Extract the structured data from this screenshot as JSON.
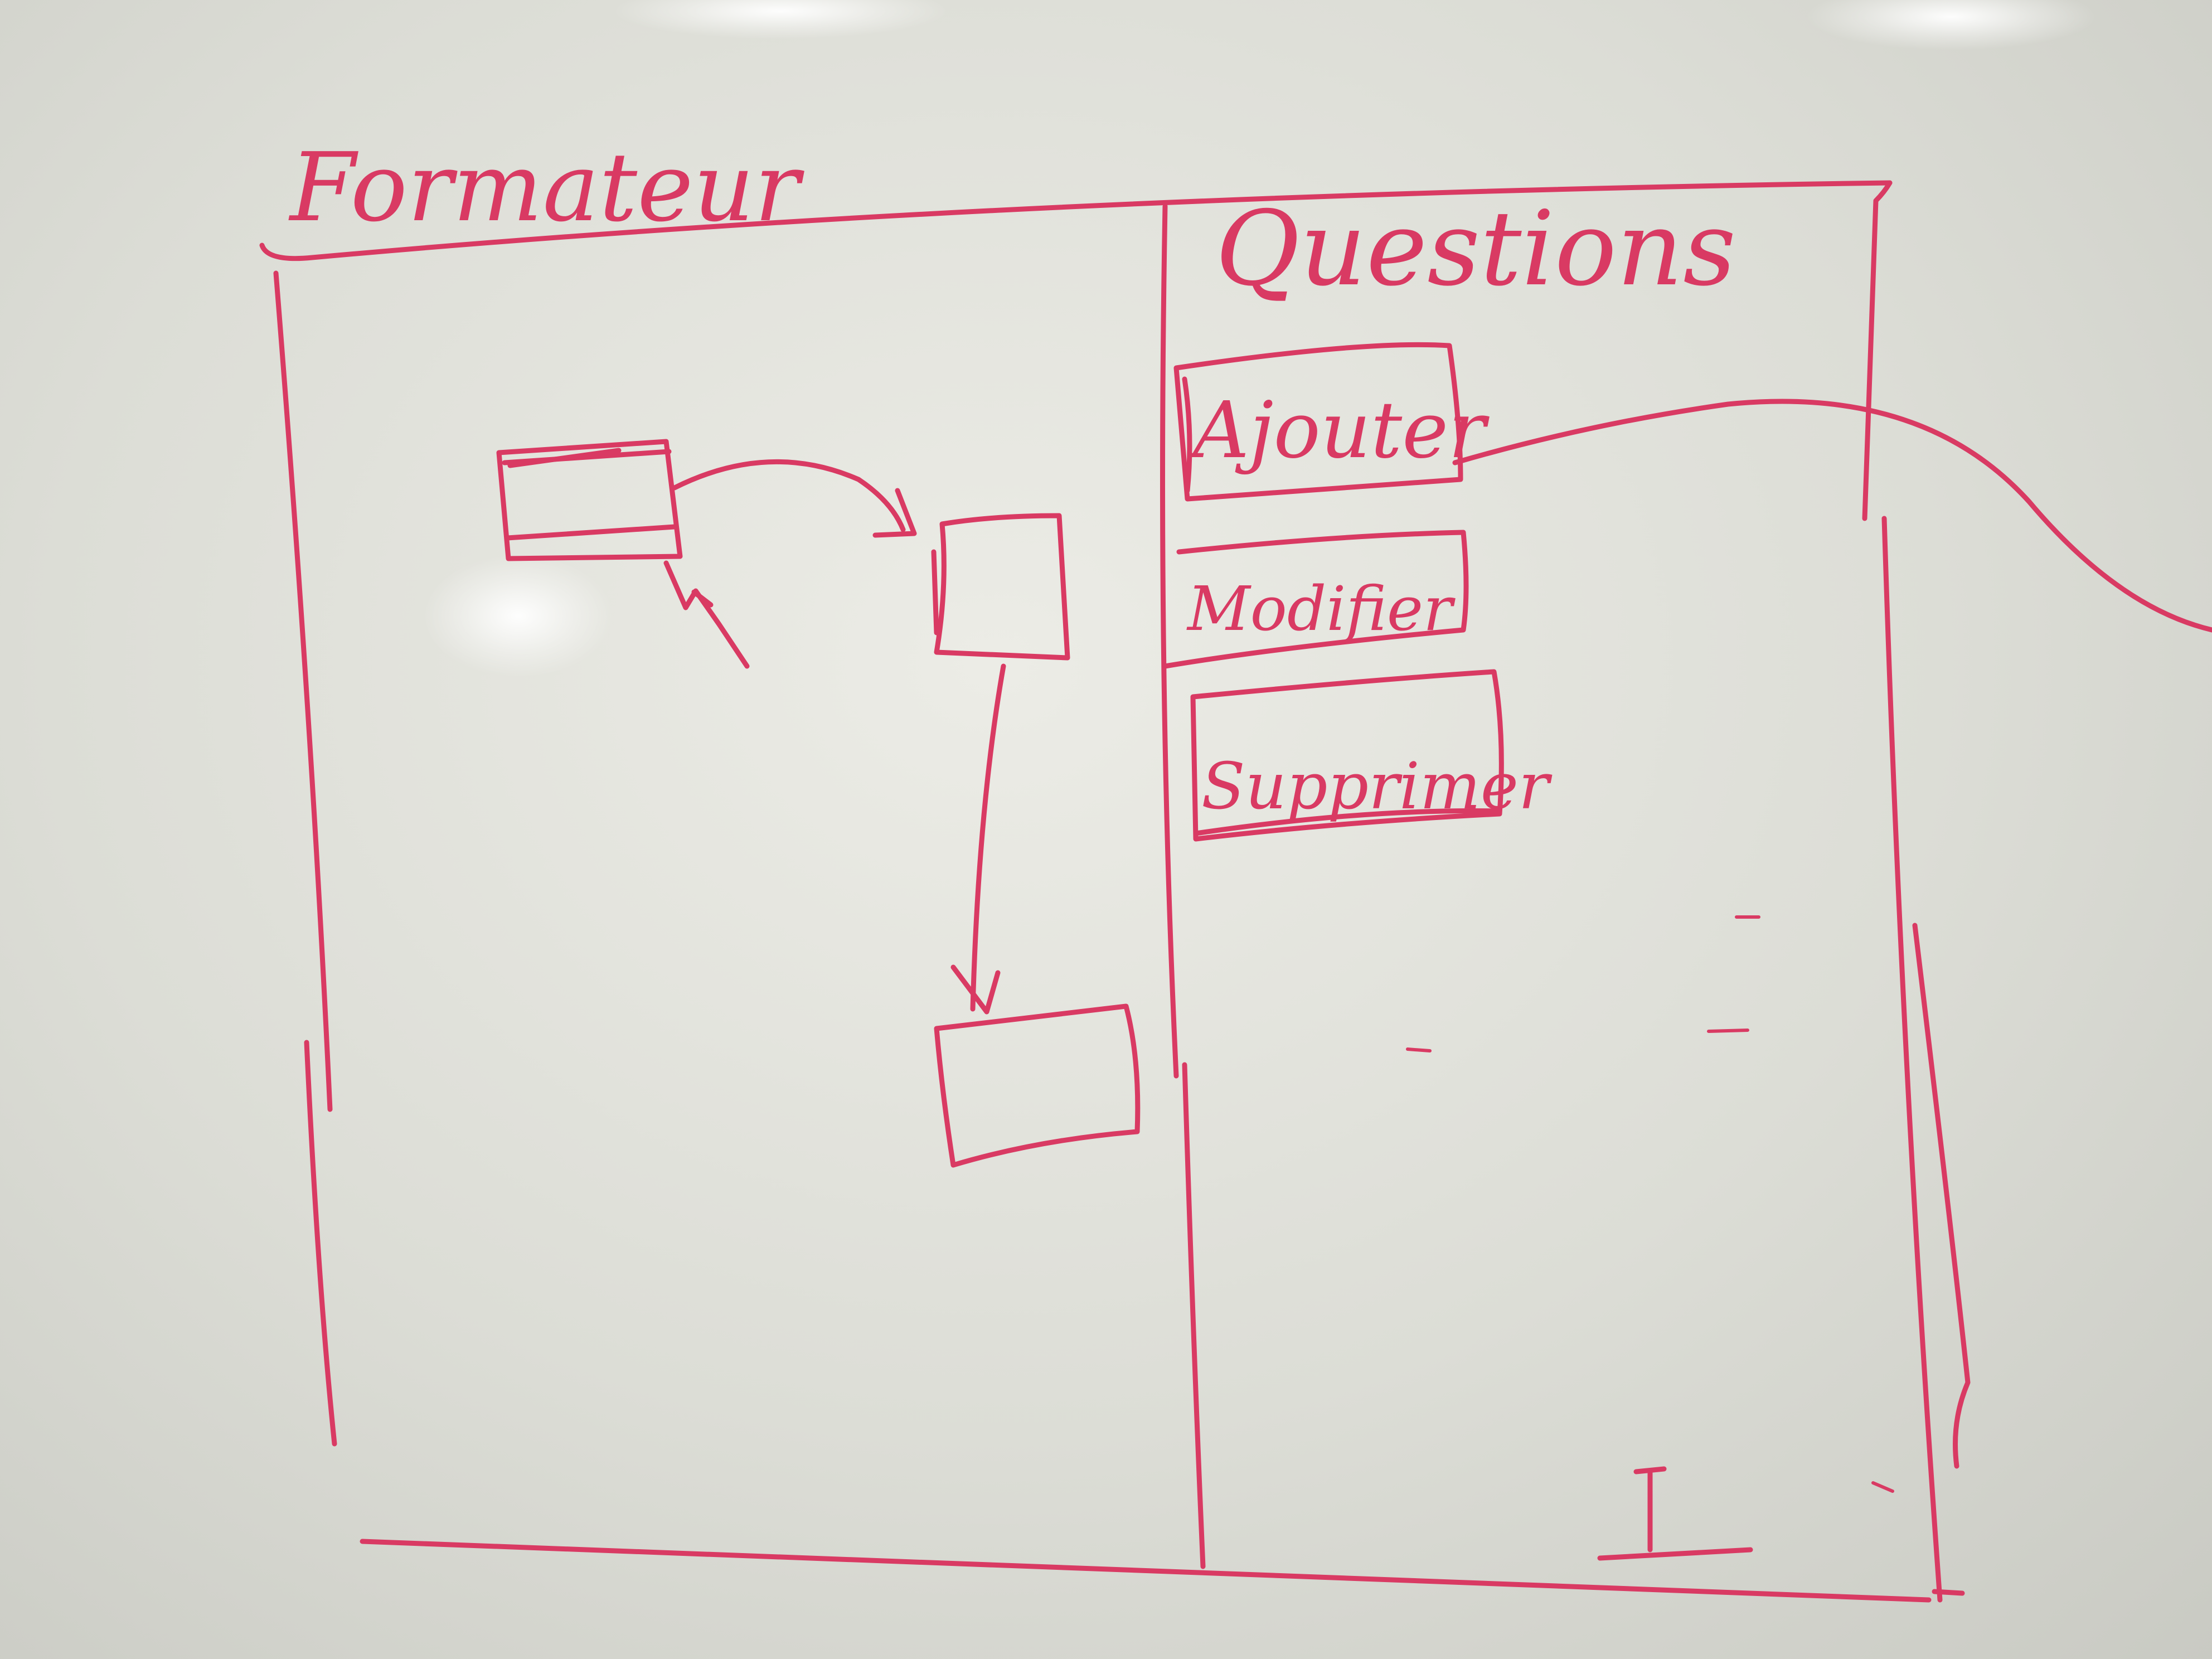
{
  "board": {
    "ink_color": "#d93a63",
    "background_color": "#e2e2dc"
  },
  "left_panel": {
    "title": "Formateur"
  },
  "right_panel": {
    "title": "Questions",
    "buttons": [
      {
        "label": "Ajouter"
      },
      {
        "label": "Modifier"
      },
      {
        "label": "Supprimer"
      }
    ]
  }
}
